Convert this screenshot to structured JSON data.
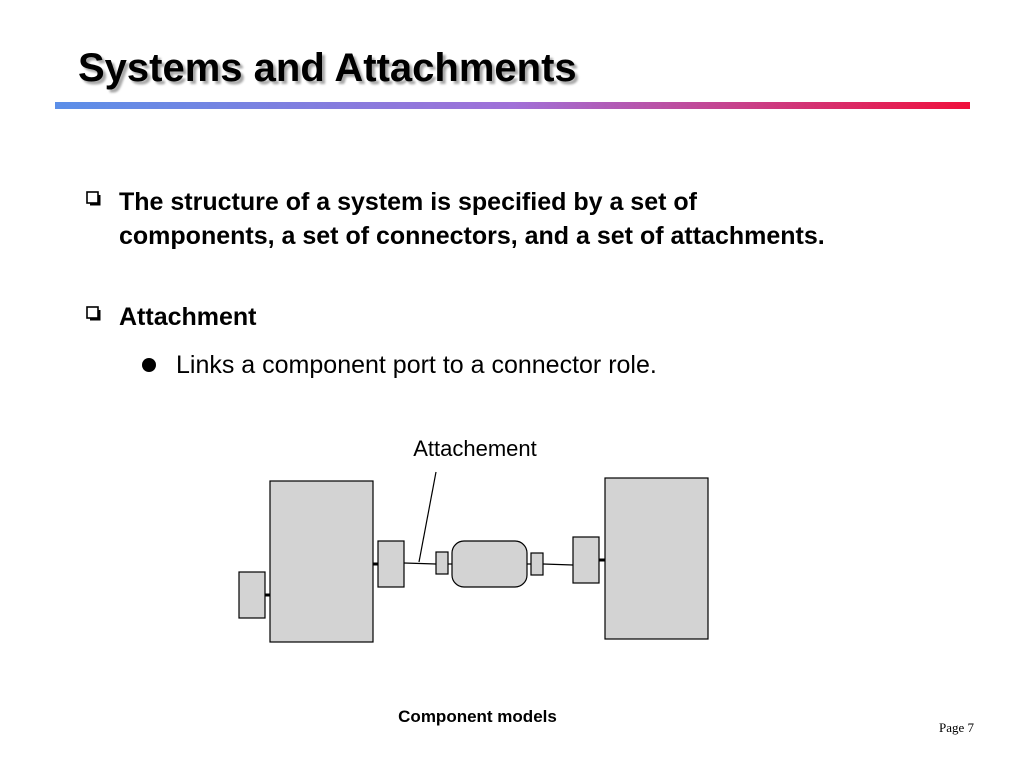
{
  "slide": {
    "title": "Systems and Attachments",
    "bullets": [
      {
        "text": "The structure of a system is specified by a set of components, a set of connectors, and a set of attachments.",
        "icon": "hollow-square-bullet-icon"
      },
      {
        "text": "Attachment",
        "icon": "hollow-square-bullet-icon",
        "sub_bullets": [
          {
            "text": "Links a component port to a connector role.",
            "icon": "filled-circle-bullet-icon"
          }
        ]
      }
    ],
    "footer": "Component models",
    "page": "Page 7"
  },
  "diagram": {
    "annotation": "Attachement",
    "colors": {
      "fill": "#d3d3d3",
      "stroke": "#000000"
    }
  },
  "colors": {
    "rule_start": "#5b8fe8",
    "rule_mid": "#a070d8",
    "rule_end": "#f0103c"
  }
}
